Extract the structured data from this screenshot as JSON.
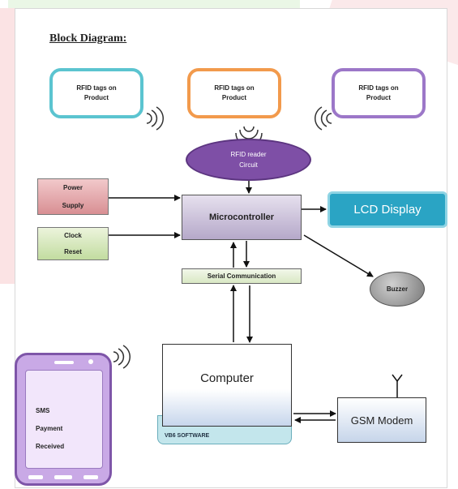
{
  "title": "Block Diagram:",
  "tags": [
    {
      "line1": "RFID tags on",
      "line2": "Product"
    },
    {
      "line1": "RFID tags on",
      "line2": "Product"
    },
    {
      "line1": "RFID tags on",
      "line2": "Product"
    }
  ],
  "reader": {
    "line1": "RFID reader",
    "line2": "Circuit"
  },
  "microcontroller": "Microcontroller",
  "power": {
    "line1": "Power",
    "line2": "Supply"
  },
  "clock": {
    "line1": "Clock",
    "line2": "Reset"
  },
  "lcd": "LCD Display",
  "serial": "Serial Communication",
  "buzzer": "Buzzer",
  "computer": "Computer",
  "software": "VB6 SOFTWARE",
  "gsm": "GSM Modem",
  "phone": {
    "line1": "SMS",
    "line2": "Payment",
    "line3": "Received"
  },
  "colors": {
    "tag1_border": "#5bc4d0",
    "tag2_border": "#f29a4c",
    "tag3_border": "#9c77c8",
    "reader_fill": "#7e4fa6",
    "lcd_fill": "#2aa4c4",
    "phone_fill": "#c9a9e6"
  }
}
